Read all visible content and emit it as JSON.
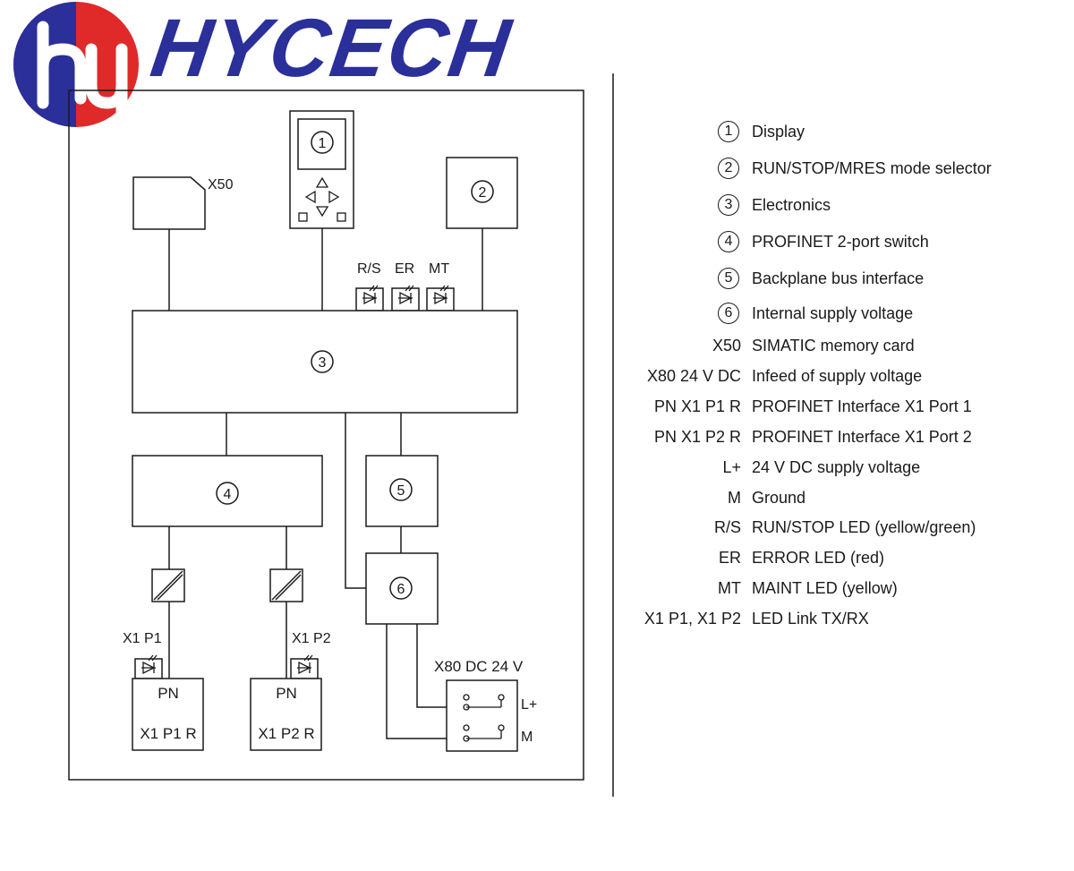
{
  "logo": {
    "text": "HYCECH",
    "mark_colors": {
      "red": "#e02a2a",
      "blue": "#2a2f9a"
    }
  },
  "diagram": {
    "sd_label": "X50",
    "leds": {
      "rs": "R/S",
      "er": "ER",
      "mt": "MT"
    },
    "numbers": {
      "display": "1",
      "selector": "2",
      "electronics": "3",
      "switch": "4",
      "backplane": "5",
      "supply": "6"
    },
    "port1": {
      "led_label": "X1 P1",
      "pn": "PN",
      "name": "X1 P1 R"
    },
    "port2": {
      "led_label": "X1 P2",
      "pn": "PN",
      "name": "X1 P2 R"
    },
    "power": {
      "label": "X80 DC 24 V",
      "lplus": "L+",
      "m": "M"
    }
  },
  "legend": [
    {
      "num": "1",
      "key": "",
      "desc": "Display"
    },
    {
      "num": "2",
      "key": "",
      "desc": "RUN/STOP/MRES mode selector"
    },
    {
      "num": "3",
      "key": "",
      "desc": "Electronics"
    },
    {
      "num": "4",
      "key": "",
      "desc": "PROFINET 2-port switch"
    },
    {
      "num": "5",
      "key": "",
      "desc": "Backplane bus interface"
    },
    {
      "num": "6",
      "key": "",
      "desc": "Internal supply voltage"
    },
    {
      "num": "",
      "key": "X50",
      "desc": "SIMATIC memory card"
    },
    {
      "num": "",
      "key": "X80 24 V DC",
      "desc": "Infeed of supply voltage"
    },
    {
      "num": "",
      "key": "PN X1 P1 R",
      "desc": "PROFINET Interface X1 Port 1"
    },
    {
      "num": "",
      "key": "PN X1 P2 R",
      "desc": "PROFINET Interface X1 Port 2"
    },
    {
      "num": "",
      "key": "L+",
      "desc": "24 V DC supply voltage"
    },
    {
      "num": "",
      "key": "M",
      "desc": "Ground"
    },
    {
      "num": "",
      "key": "R/S",
      "desc": "RUN/STOP LED (yellow/green)"
    },
    {
      "num": "",
      "key": "ER",
      "desc": "ERROR LED (red)"
    },
    {
      "num": "",
      "key": "MT",
      "desc": "MAINT LED (yellow)"
    },
    {
      "num": "",
      "key": "X1 P1, X1 P2",
      "desc": "LED Link TX/RX"
    }
  ]
}
